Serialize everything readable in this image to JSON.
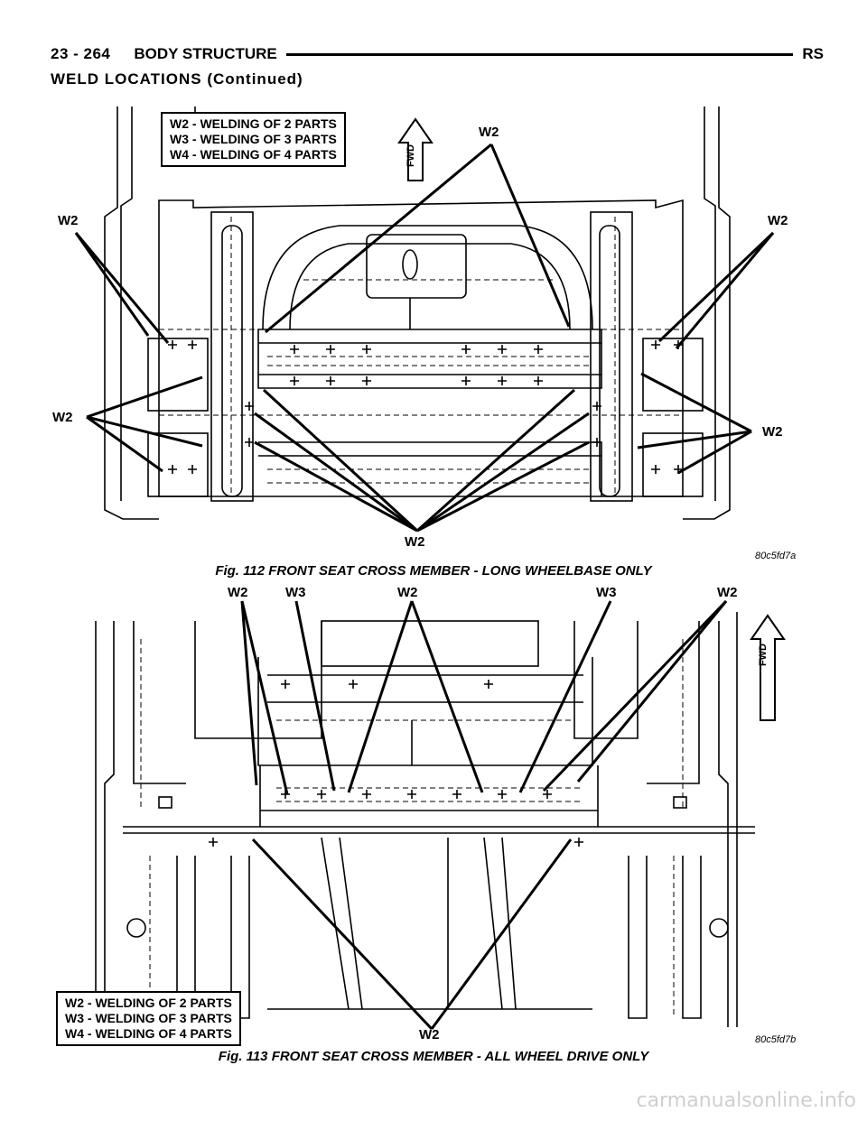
{
  "header": {
    "page_number": "23 - 264",
    "section": "BODY STRUCTURE",
    "model": "RS"
  },
  "subheading": "WELD LOCATIONS (Continued)",
  "legend_lines": [
    "W2 - WELDING OF 2 PARTS",
    "W3 - WELDING OF 3 PARTS",
    "W4 - WELDING OF 4 PARTS"
  ],
  "fig112": {
    "caption": "Fig. 112 FRONT SEAT CROSS MEMBER - LONG WHEELBASE ONLY",
    "code": "80c5fd7a",
    "fwd": "FWD",
    "labels": {
      "top": "W2",
      "left_upper": "W2",
      "right_upper": "W2",
      "left_lower": "W2",
      "right_lower": "W2",
      "bottom": "W2"
    }
  },
  "fig113": {
    "caption": "Fig. 113 FRONT SEAT CROSS MEMBER - ALL WHEEL DRIVE ONLY",
    "code": "80c5fd7b",
    "fwd": "FWD",
    "labels": {
      "t1": "W2",
      "t2": "W3",
      "t3": "W2",
      "t4": "W3",
      "t5": "W2",
      "bottom": "W2"
    }
  },
  "watermark": "carmanualsonline.info"
}
